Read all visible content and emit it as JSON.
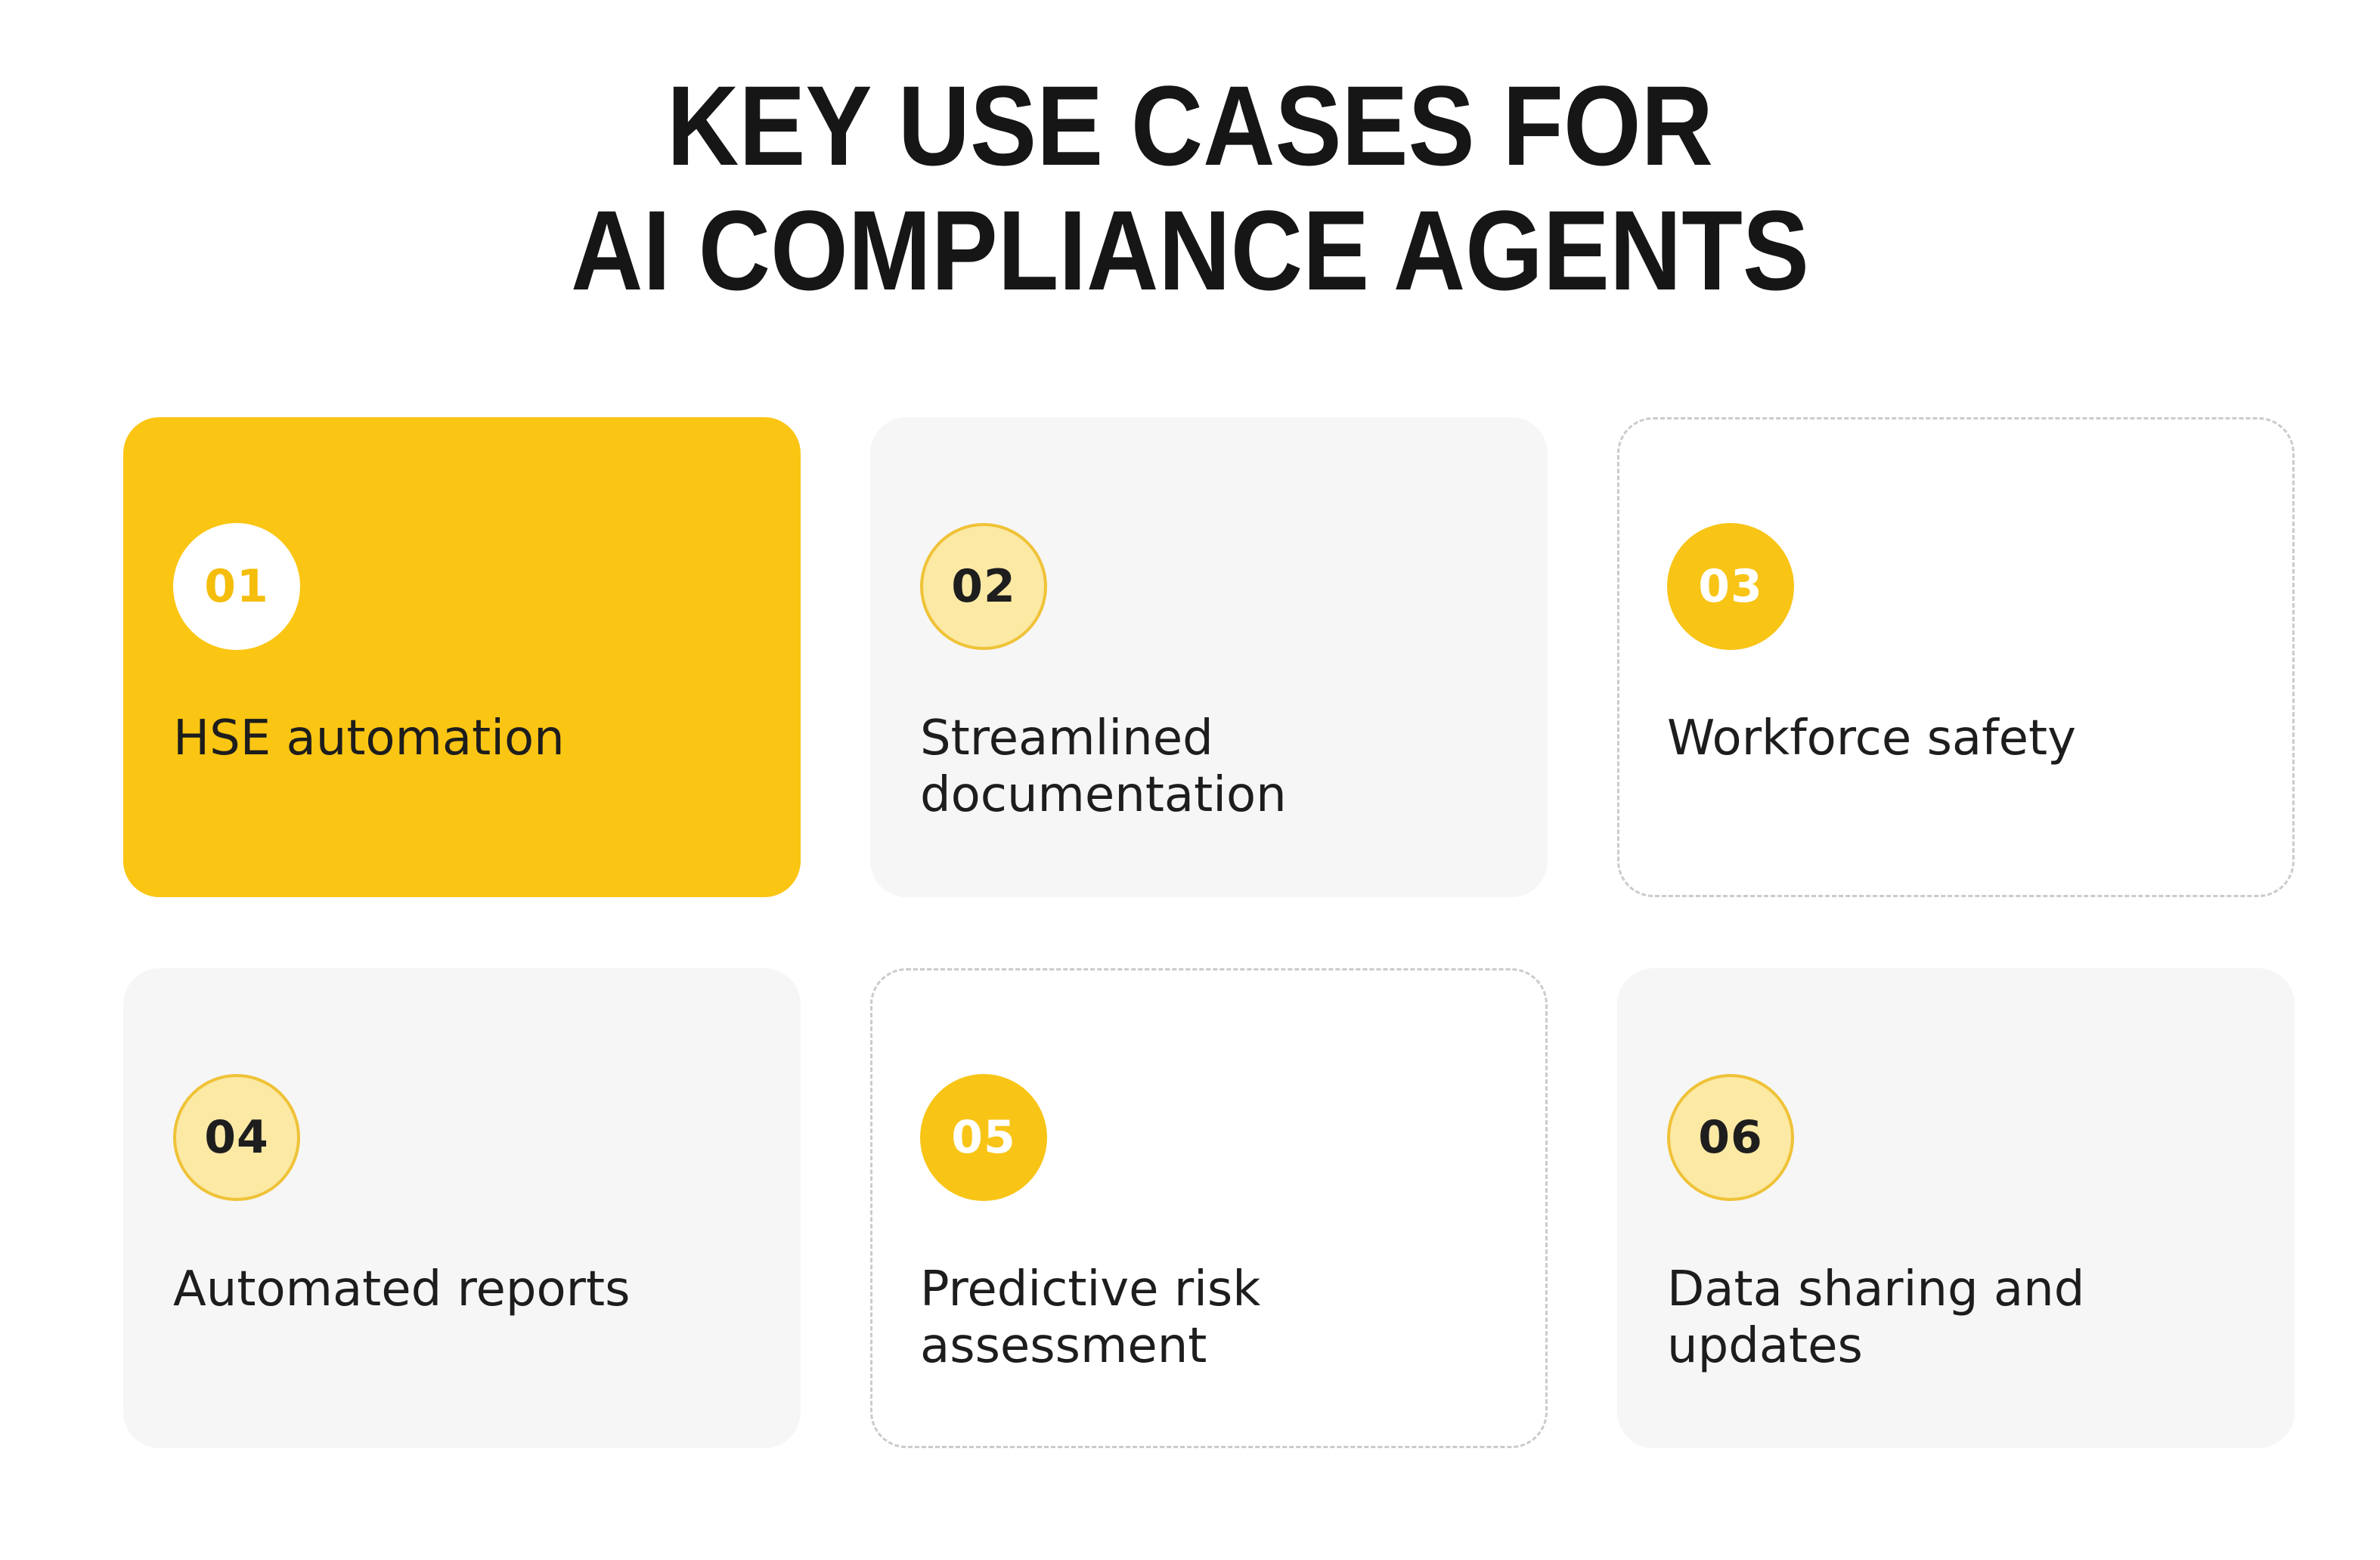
{
  "title": {
    "line1": "KEY USE CASES FOR",
    "line2": "AI COMPLIANCE AGENTS"
  },
  "cards": [
    {
      "number": "01",
      "label": "HSE automation",
      "variant": "solid-yellow-card",
      "badge": "white-circle-yellow-number"
    },
    {
      "number": "02",
      "label": "Streamlined documentation",
      "variant": "light-gray-card",
      "badge": "light-yellow-outlined-circle-dark-number"
    },
    {
      "number": "03",
      "label": "Workforce safety",
      "variant": "dashed-border-card",
      "badge": "solid-yellow-circle-white-number"
    },
    {
      "number": "04",
      "label": "Automated reports",
      "variant": "light-gray-card",
      "badge": "light-yellow-outlined-circle-dark-number"
    },
    {
      "number": "05",
      "label": "Predictive risk assessment",
      "variant": "dashed-border-card",
      "badge": "solid-yellow-circle-white-number"
    },
    {
      "number": "06",
      "label": "Data sharing and updates",
      "variant": "light-gray-card",
      "badge": "light-yellow-outlined-circle-dark-number"
    }
  ],
  "colors": {
    "accent_yellow": "#FBC513",
    "badge_solid_yellow": "#F8C416",
    "badge_light_yellow_fill": "#FBE9A4",
    "badge_outline_yellow": "#EFC237",
    "card_light_gray": "#F6F6F6",
    "dashed_border_gray": "#CBCBCB",
    "text_dark": "#1D1D1D",
    "title_black": "#161616",
    "page_background": "#FFFFFF"
  }
}
